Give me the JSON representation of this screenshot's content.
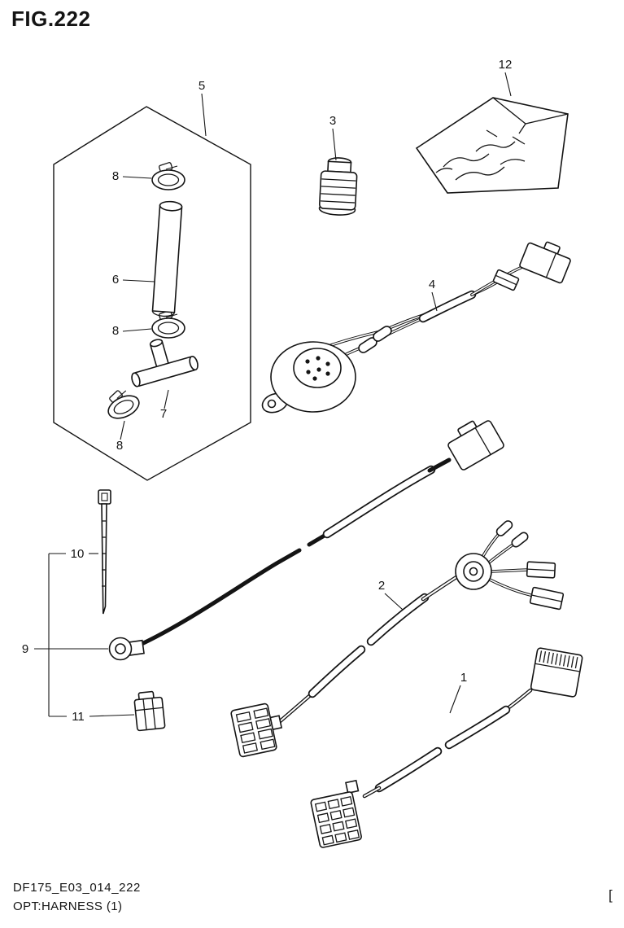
{
  "figure": {
    "title": "FIG.222"
  },
  "callouts": {
    "c1": "1",
    "c2": "2",
    "c3": "3",
    "c4": "4",
    "c5": "5",
    "c6": "6",
    "c7": "7",
    "c8a": "8",
    "c8b": "8",
    "c8c": "8",
    "c9": "9",
    "c10": "10",
    "c11": "11",
    "c12": "12"
  },
  "footer": {
    "code": "DF175_E03_014_222",
    "caption": "OPT:HARNESS (1)",
    "edge_mark": "["
  }
}
